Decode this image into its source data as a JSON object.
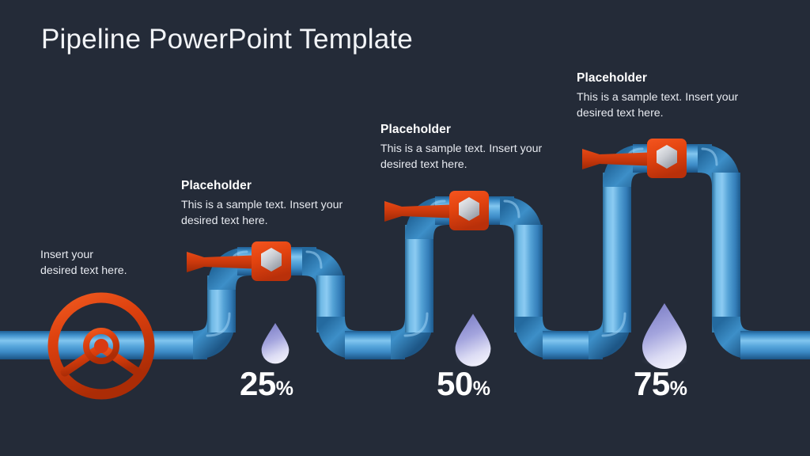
{
  "slide": {
    "title": "Pipeline PowerPoint Template",
    "background_color": "#242b38",
    "accent_pipe_color": "#2f87c8",
    "accent_valve_color": "#d93a12"
  },
  "intro": {
    "line1": "Insert your",
    "line2": "desired text here.",
    "text": "Insert your desired text here."
  },
  "callouts": [
    {
      "heading": "Placeholder",
      "body": "This is a sample text. Insert your desired text here."
    },
    {
      "heading": "Placeholder",
      "body": "This is a sample text. Insert your desired text here."
    },
    {
      "heading": "Placeholder",
      "body": "This is a sample text. Insert your desired text here."
    }
  ],
  "steps": [
    {
      "number": "25",
      "symbol": "%"
    },
    {
      "number": "50",
      "symbol": "%"
    },
    {
      "number": "75",
      "symbol": "%"
    }
  ],
  "icons": {
    "handwheel": "valve-handwheel-icon",
    "lever_valve": "lever-valve-icon",
    "hex_nut": "hex-nut-icon",
    "droplet": "water-droplet-icon"
  }
}
